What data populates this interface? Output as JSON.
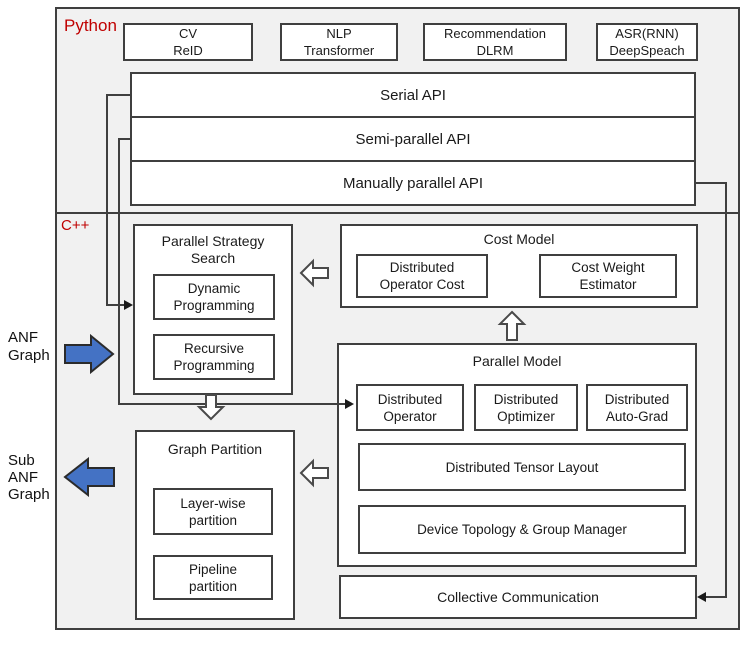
{
  "colors": {
    "accent_red": "#C00000",
    "arrow_blue": "#4472C4",
    "outline_dark": "#3F3F3F",
    "panel_bg": "#F1F1F1",
    "box_bg": "#FFFFFF"
  },
  "python_section": {
    "label": "Python",
    "app_boxes": [
      "CV\nReID",
      "NLP\nTransformer",
      "Recommendation\nDLRM",
      "ASR(RNN)\nDeepSpeach"
    ],
    "api_bars": [
      "Serial API",
      "Semi-parallel API",
      "Manually parallel API"
    ]
  },
  "cpp_section": {
    "label": "C++",
    "parallel_strategy_search": {
      "title": "Parallel Strategy\nSearch",
      "items": [
        "Dynamic\nProgramming",
        "Recursive\nProgramming"
      ]
    },
    "cost_model": {
      "title": "Cost Model",
      "items": [
        "Distributed\nOperator Cost",
        "Cost Weight\nEstimator"
      ]
    },
    "parallel_model": {
      "title": "Parallel Model",
      "items": [
        "Distributed\nOperator",
        "Distributed\nOptimizer",
        "Distributed\nAuto-Grad"
      ],
      "wide_items": [
        "Distributed Tensor Layout",
        "Device Topology & Group Manager"
      ]
    },
    "graph_partition": {
      "title": "Graph Partition",
      "items": [
        "Layer-wise\npartition",
        "Pipeline\npartition"
      ]
    },
    "collective_communication": "Collective Communication"
  },
  "side_labels": {
    "input": "ANF\nGraph",
    "output": "Sub\nANF\nGraph"
  }
}
